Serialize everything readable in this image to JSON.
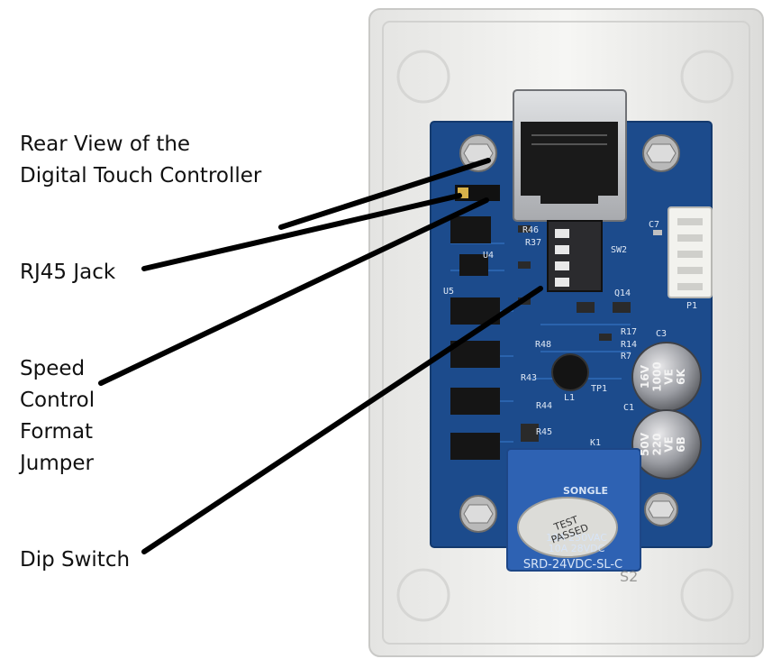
{
  "labels": {
    "rear_view": "Rear View of the\nDigital Touch Controller",
    "rj45": "RJ45 Jack",
    "speed": "Speed\nControl\nFormat\nJumper",
    "dip": "Dip Switch"
  },
  "board_markings": {
    "sw2": "SW2",
    "c7": "C7",
    "p1": "P1",
    "q14": "Q14",
    "c3": "C3",
    "c1": "C1",
    "k1": "K1",
    "u4": "U4",
    "u5": "U5",
    "r46": "R46",
    "r37": "R37",
    "r43": "R43",
    "r44": "R44",
    "r45": "R45",
    "r48": "R48",
    "r17": "R17",
    "r14": "R14",
    "r7": "R7",
    "l1": "L1",
    "tp1": "TP1",
    "cap_top": "16V\n1000\nVE\n6K",
    "cap_bottom": "50V\n220\nVE\n6B",
    "relay_brand": "SONGLE",
    "relay_model": "SRD-24VDC-SL-C",
    "relay_ratings": "10A 250VAC\n10A 28VDC",
    "sticker": "TEST\nPASSED",
    "plate_mark": "S2"
  }
}
